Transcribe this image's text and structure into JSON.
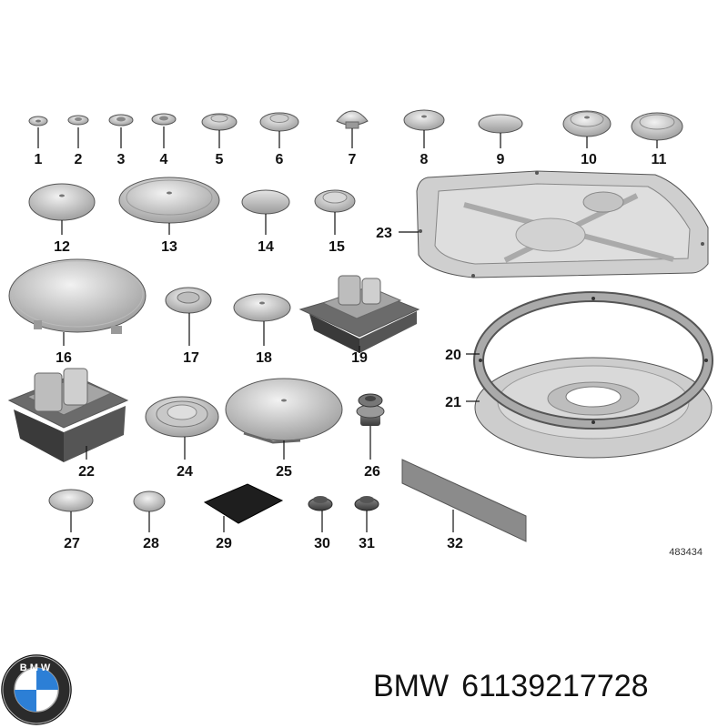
{
  "diagram": {
    "labels": [
      "1",
      "2",
      "3",
      "4",
      "5",
      "6",
      "7",
      "8",
      "9",
      "10",
      "11",
      "12",
      "13",
      "14",
      "15",
      "16",
      "17",
      "18",
      "19",
      "20",
      "21",
      "22",
      "23",
      "24",
      "25",
      "26",
      "27",
      "28",
      "29",
      "30",
      "31",
      "32"
    ],
    "reference_number": "483434"
  },
  "footer": {
    "brand": "BMW",
    "part_number": "61139217728"
  },
  "logo": {
    "text": "BMW",
    "colors": {
      "ring": "#2b2b2b",
      "blue": "#2c7fd6",
      "white": "#ffffff"
    }
  }
}
